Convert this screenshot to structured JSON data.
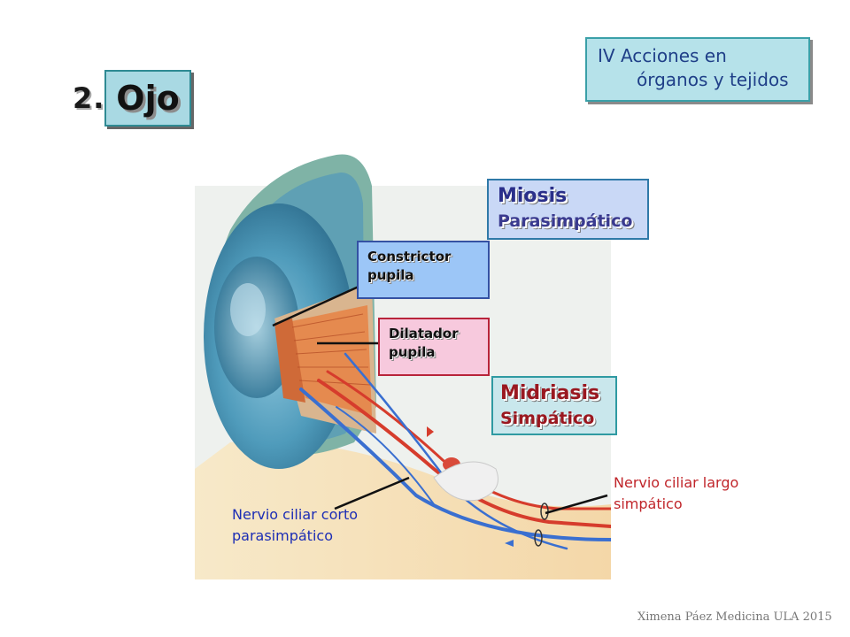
{
  "heading": {
    "number": "2.",
    "title": "Ojo"
  },
  "section": {
    "line1": "IV Acciones en",
    "line2": "órganos y tejidos"
  },
  "miosis": {
    "title": "Miosis",
    "subtitle": "Parasimpático"
  },
  "midriasis": {
    "title": "Midriasis",
    "subtitle": "Simpático"
  },
  "constrictor": {
    "line1": "Constrictor",
    "line2": "pupila"
  },
  "dilatador": {
    "line1": "Dilatador",
    "line2": "pupila"
  },
  "nervio_corto": {
    "line1": "Nervio ciliar corto",
    "line2": "parasimpático"
  },
  "nervio_largo": {
    "line1": "Nervio ciliar largo",
    "line2": "simpático"
  },
  "credit": "Ximena Páez Medicina ULA 2015",
  "colors": {
    "iris_blue": "#4f9bbb",
    "muscle_orange": "#e58a4f",
    "nerve_blue": "#3a6fd0",
    "nerve_red": "#d63c2c",
    "leader_line": "#111111"
  }
}
